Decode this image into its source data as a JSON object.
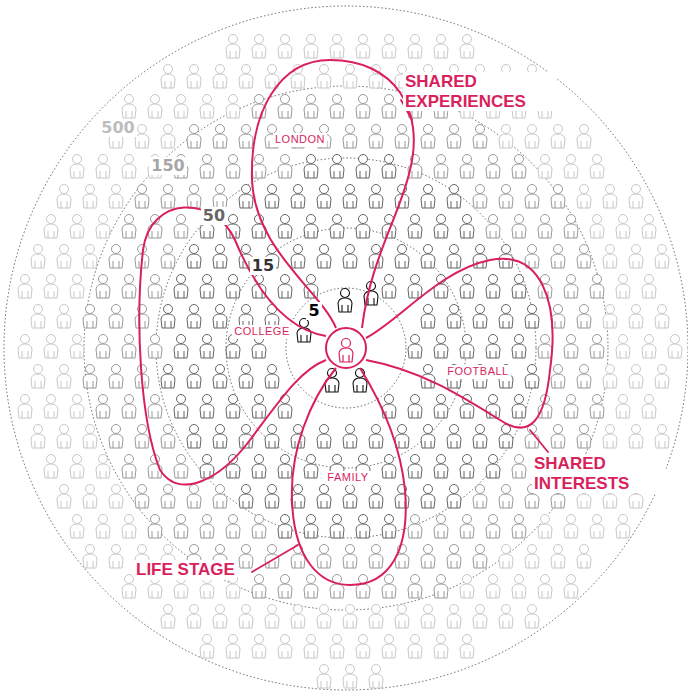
{
  "diagram": {
    "nodes": [
      {
        "text": [
          "LONDON"
        ]
      },
      {
        "text": [
          "COLLEGE"
        ]
      },
      {
        "text": [
          "FOOTBALL"
        ]
      },
      {
        "text": [
          "FAMILY"
        ]
      }
    ],
    "labels": [
      "500",
      "150",
      "50",
      "15",
      "5",
      "SHARED EXPERIENCES",
      "SHARED INTERESTS",
      "LIFE STAGE"
    ]
  }
}
